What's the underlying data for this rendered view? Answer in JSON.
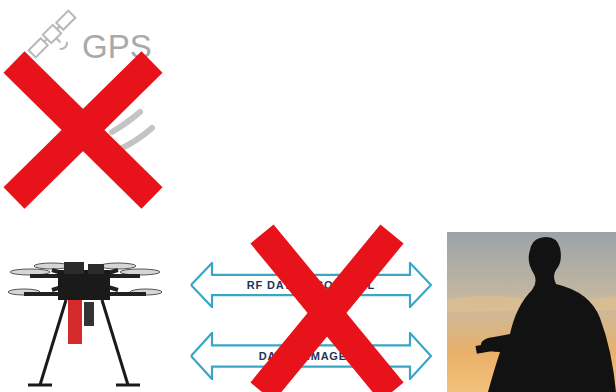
{
  "diagram": {
    "nodes": [
      {
        "text": [
          "RF DATA & CONTROL"
        ]
      },
      {
        "text": [
          "DATA & IMAGERY"
        ]
      }
    ],
    "labels": [
      "GPS"
    ]
  }
}
